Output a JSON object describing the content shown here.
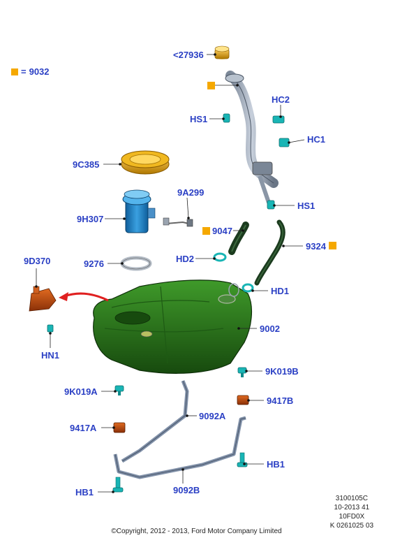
{
  "legend": {
    "marker_color": "#f5a800",
    "equals": "=",
    "part": "9032"
  },
  "parts": {
    "p27936": "<27936",
    "hc2": "HC2",
    "hs1_top": "HS1",
    "hc1": "HC1",
    "p9c385": "9C385",
    "p9a299": "9A299",
    "hs1_mid": "HS1",
    "p9h307": "9H307",
    "p9047": "9047",
    "p9324": "9324",
    "p9d370": "9D370",
    "p9276": "9276",
    "hd2": "HD2",
    "hd1": "HD1",
    "p9002": "9002",
    "hn1": "HN1",
    "p9k019b": "9K019B",
    "p9k019a": "9K019A",
    "p9092a": "9092A",
    "p9417b": "9417B",
    "p9417a": "9417A",
    "hb1_right": "HB1",
    "hb1_left": "HB1",
    "p9092b": "9092B"
  },
  "meta": {
    "line1": "3100105C",
    "line2": "10-2013 41",
    "line3": "10FD0X",
    "line4": "K 0261025 03"
  },
  "copyright": "©Copyright, 2012 - 2013, Ford Motor Company Limited",
  "colors": {
    "tank": "#2e7d1e",
    "tank_dark": "#174a0e",
    "pump": "#1f7fc4",
    "cap": "#e0a000",
    "clip": "#19b5b5",
    "hose": "#1b3b1e",
    "strap": "#8090a8",
    "bracket": "#c05010",
    "arrow": "#e02020",
    "label": "#2a3fc4"
  }
}
